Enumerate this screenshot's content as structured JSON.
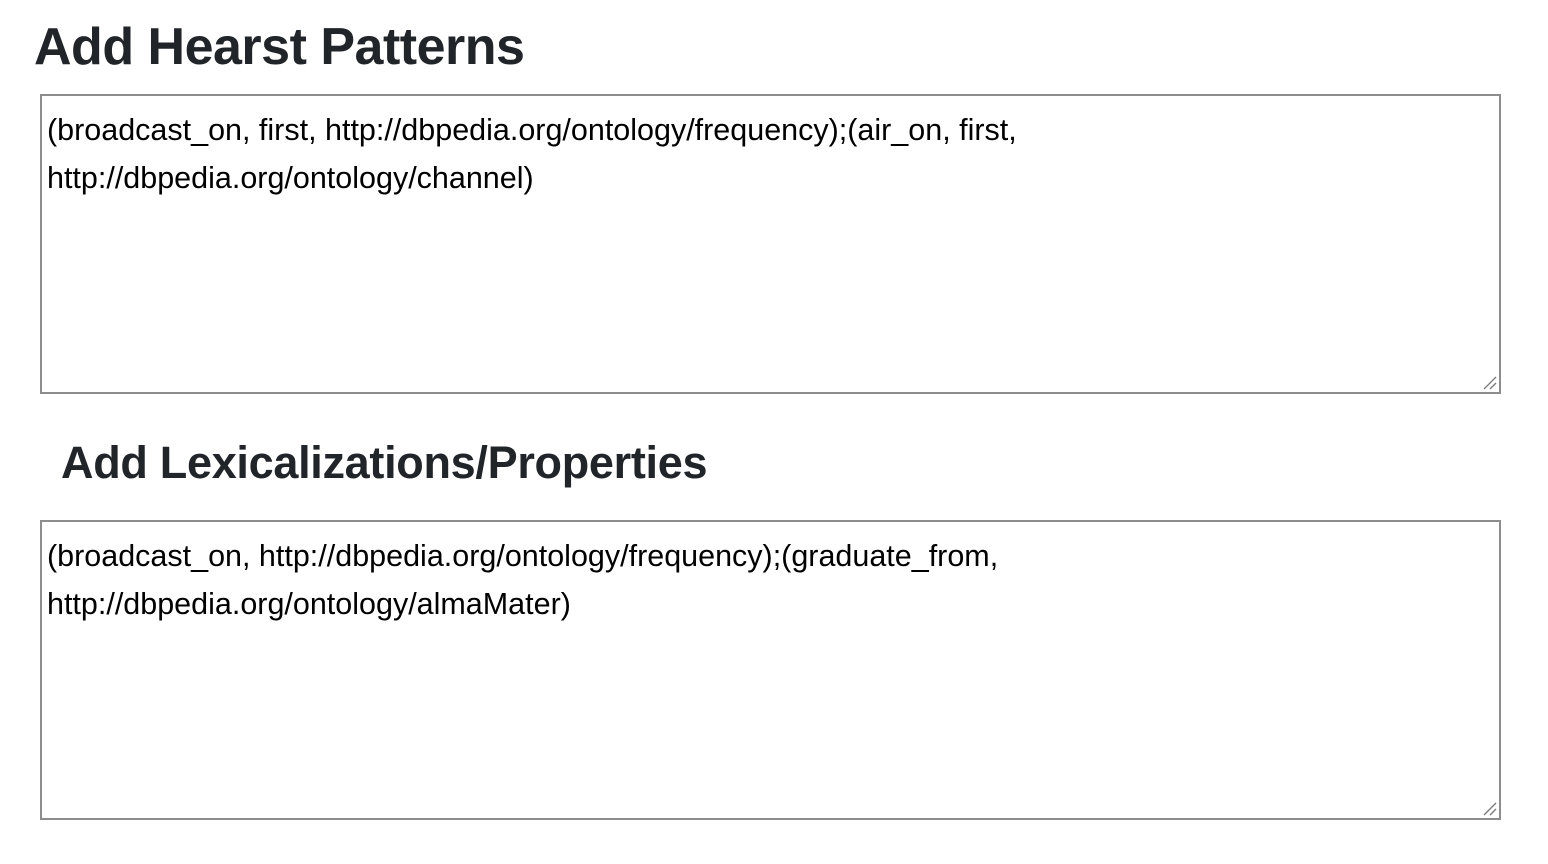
{
  "hearst": {
    "title": "Add Hearst Patterns",
    "value": "(broadcast_on, first, http://dbpedia.org/ontology/frequency);(air_on, first, http://dbpedia.org/ontology/channel)"
  },
  "lexicalizations": {
    "title": "Add Lexicalizations/Properties",
    "value": "(broadcast_on, http://dbpedia.org/ontology/frequency);(graduate_from, http://dbpedia.org/ontology/almaMater)"
  },
  "icons": {
    "resize": "resize-grip-icon"
  },
  "colors": {
    "heading": "#212529",
    "border": "#8d8d8d",
    "text": "#000000"
  }
}
